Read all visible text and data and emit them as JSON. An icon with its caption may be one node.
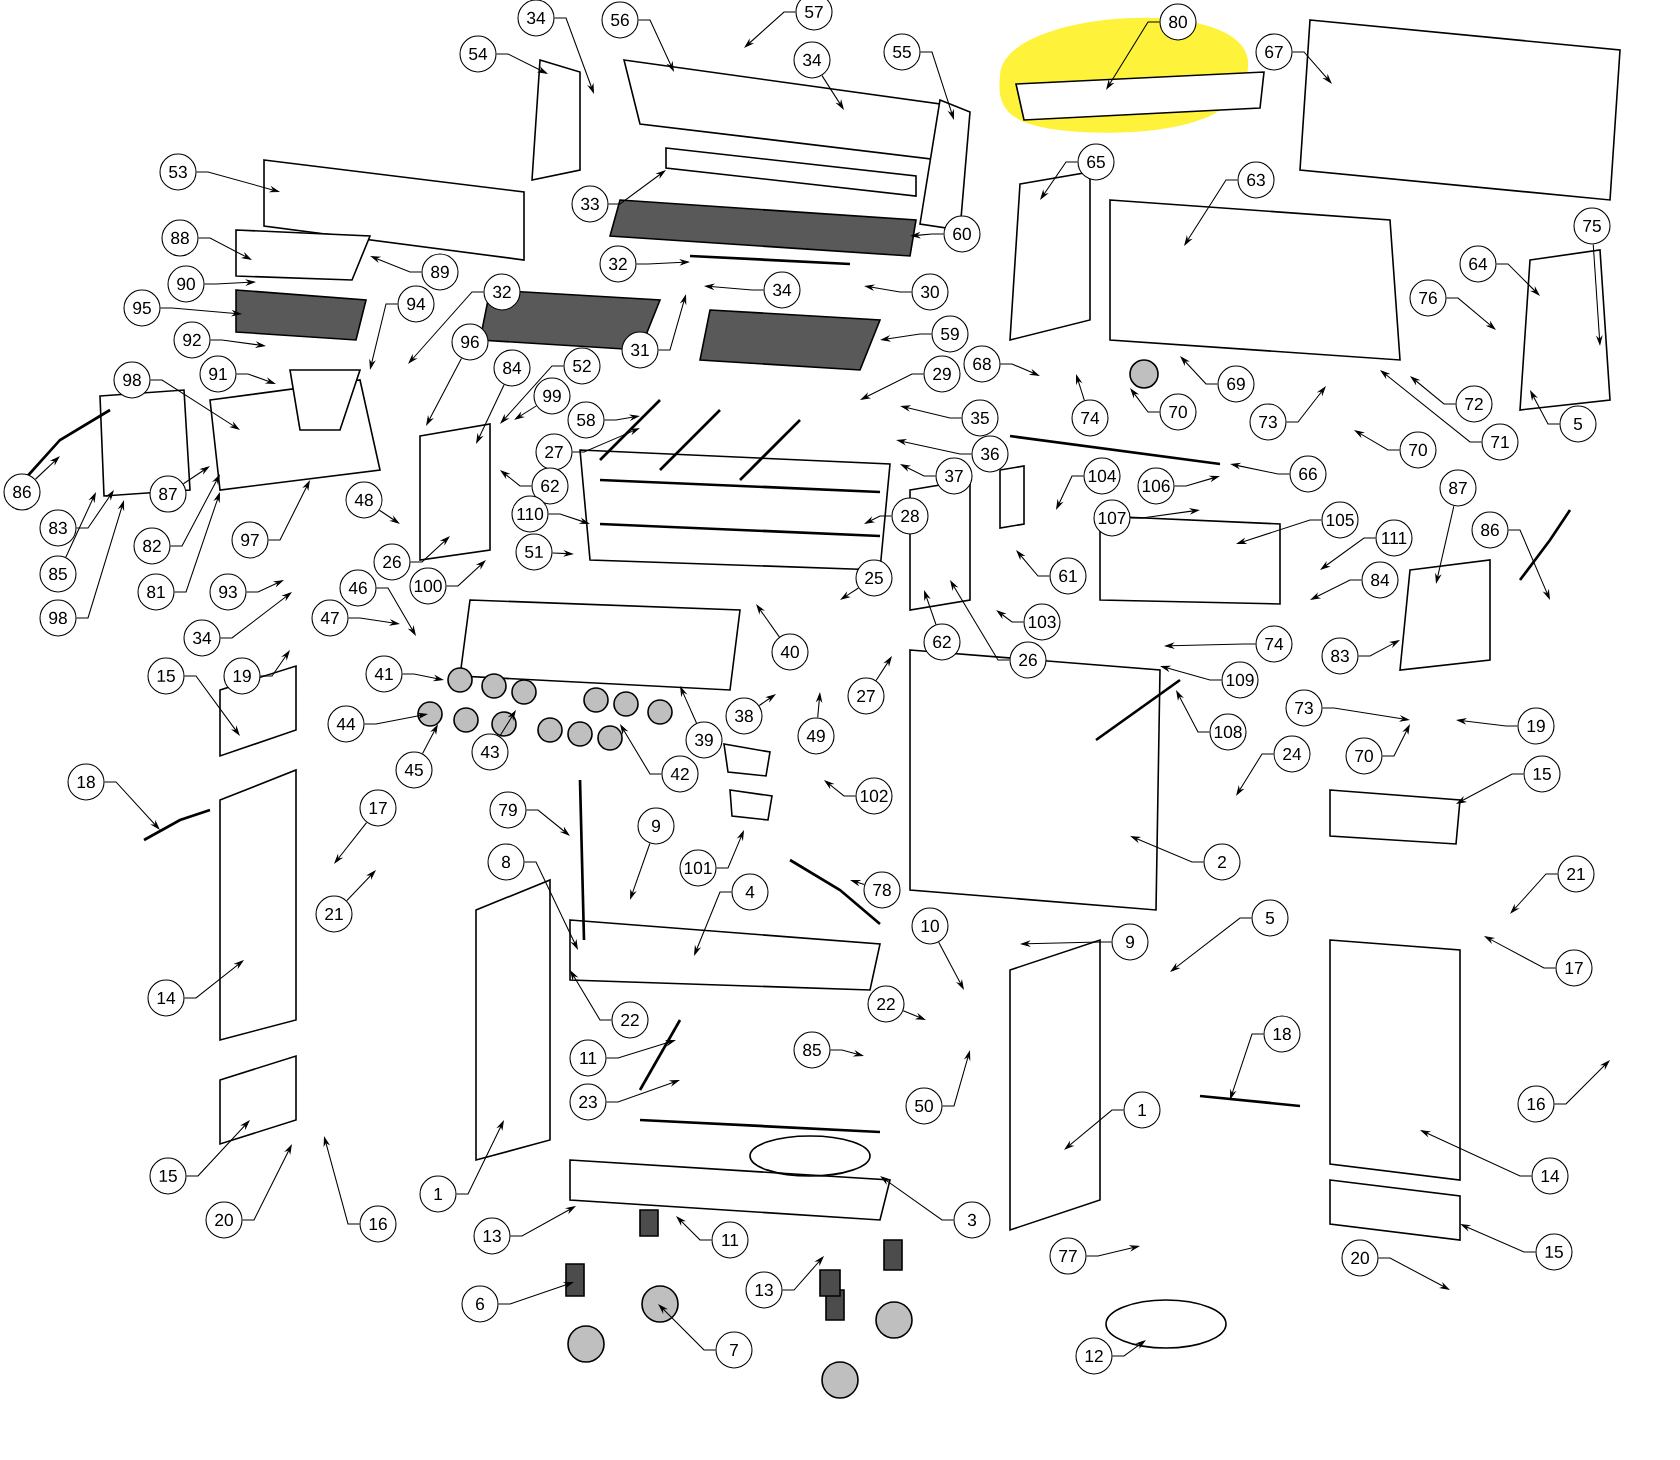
{
  "diagram": {
    "nodes": [
      {
        "text": [
          "34"
        ]
      },
      {
        "text": [
          "56"
        ]
      },
      {
        "text": [
          "57"
        ]
      },
      {
        "text": [
          "34"
        ]
      },
      {
        "text": [
          "54"
        ]
      },
      {
        "text": [
          "53"
        ]
      },
      {
        "text": [
          "33"
        ]
      },
      {
        "text": [
          "88"
        ]
      },
      {
        "text": [
          "32"
        ]
      },
      {
        "text": [
          "90"
        ]
      },
      {
        "text": [
          "89"
        ]
      },
      {
        "text": [
          "34"
        ]
      },
      {
        "text": [
          "95"
        ]
      },
      {
        "text": [
          "94"
        ]
      },
      {
        "text": [
          "32"
        ]
      },
      {
        "text": [
          "92"
        ]
      },
      {
        "text": [
          "96"
        ]
      },
      {
        "text": [
          "84"
        ]
      },
      {
        "text": [
          "52"
        ]
      },
      {
        "text": [
          "31"
        ]
      },
      {
        "text": [
          "99"
        ]
      },
      {
        "text": [
          "91"
        ]
      },
      {
        "text": [
          "98"
        ]
      },
      {
        "text": [
          "58"
        ]
      },
      {
        "text": [
          "27"
        ]
      },
      {
        "text": [
          "62"
        ]
      },
      {
        "text": [
          "87"
        ]
      },
      {
        "text": [
          "86"
        ]
      },
      {
        "text": [
          "48"
        ]
      },
      {
        "text": [
          "55"
        ]
      },
      {
        "text": [
          "80"
        ]
      },
      {
        "text": [
          "67"
        ]
      },
      {
        "text": [
          "65"
        ]
      },
      {
        "text": [
          "63"
        ]
      },
      {
        "text": [
          "60"
        ]
      },
      {
        "text": [
          "30"
        ]
      },
      {
        "text": [
          "59"
        ]
      },
      {
        "text": [
          "29"
        ]
      },
      {
        "text": [
          "68"
        ]
      },
      {
        "text": [
          "74"
        ]
      },
      {
        "text": [
          "70"
        ]
      },
      {
        "text": [
          "69"
        ]
      },
      {
        "text": [
          "73"
        ]
      },
      {
        "text": [
          "70"
        ]
      },
      {
        "text": [
          "71"
        ]
      },
      {
        "text": [
          "72"
        ]
      },
      {
        "text": [
          "5"
        ]
      },
      {
        "text": [
          "64"
        ]
      },
      {
        "text": [
          "76"
        ]
      },
      {
        "text": [
          "75"
        ]
      },
      {
        "text": [
          "35"
        ]
      },
      {
        "text": [
          "36"
        ]
      },
      {
        "text": [
          "37"
        ]
      },
      {
        "text": [
          "104"
        ]
      },
      {
        "text": [
          "106"
        ]
      },
      {
        "text": [
          "66"
        ]
      },
      {
        "text": [
          "87"
        ]
      },
      {
        "text": [
          "28"
        ]
      },
      {
        "text": [
          "107"
        ]
      },
      {
        "text": [
          "105"
        ]
      },
      {
        "text": [
          "111"
        ]
      },
      {
        "text": [
          "61"
        ]
      },
      {
        "text": [
          "84"
        ]
      },
      {
        "text": [
          "25"
        ]
      },
      {
        "text": [
          "103"
        ]
      },
      {
        "text": [
          "74"
        ]
      },
      {
        "text": [
          "83"
        ]
      },
      {
        "text": [
          "86"
        ]
      },
      {
        "text": [
          "62"
        ]
      },
      {
        "text": [
          "26"
        ]
      },
      {
        "text": [
          "27"
        ]
      },
      {
        "text": [
          "109"
        ]
      },
      {
        "text": [
          "73"
        ]
      },
      {
        "text": [
          "108"
        ]
      },
      {
        "text": [
          "19"
        ]
      },
      {
        "text": [
          "70"
        ]
      },
      {
        "text": [
          "24"
        ]
      },
      {
        "text": [
          "15"
        ]
      },
      {
        "text": [
          "102"
        ]
      },
      {
        "text": [
          "2"
        ]
      },
      {
        "text": [
          "78"
        ]
      },
      {
        "text": [
          "5"
        ]
      },
      {
        "text": [
          "21"
        ]
      },
      {
        "text": [
          "10"
        ]
      },
      {
        "text": [
          "9"
        ]
      },
      {
        "text": [
          "17"
        ]
      },
      {
        "text": [
          "83"
        ]
      },
      {
        "text": [
          "82"
        ]
      },
      {
        "text": [
          "97"
        ]
      },
      {
        "text": [
          "85"
        ]
      },
      {
        "text": [
          "81"
        ]
      },
      {
        "text": [
          "93"
        ]
      },
      {
        "text": [
          "98"
        ]
      },
      {
        "text": [
          "26"
        ]
      },
      {
        "text": [
          "46"
        ]
      },
      {
        "text": [
          "100"
        ]
      },
      {
        "text": [
          "110"
        ]
      },
      {
        "text": [
          "51"
        ]
      },
      {
        "text": [
          "47"
        ]
      },
      {
        "text": [
          "34"
        ]
      },
      {
        "text": [
          "15"
        ]
      },
      {
        "text": [
          "19"
        ]
      },
      {
        "text": [
          "41"
        ]
      },
      {
        "text": [
          "44"
        ]
      },
      {
        "text": [
          "45"
        ]
      },
      {
        "text": [
          "43"
        ]
      },
      {
        "text": [
          "40"
        ]
      },
      {
        "text": [
          "38"
        ]
      },
      {
        "text": [
          "49"
        ]
      },
      {
        "text": [
          "39"
        ]
      },
      {
        "text": [
          "42"
        ]
      },
      {
        "text": [
          "18"
        ]
      },
      {
        "text": [
          "17"
        ]
      },
      {
        "text": [
          "79"
        ]
      },
      {
        "text": [
          "9"
        ]
      },
      {
        "text": [
          "101"
        ]
      },
      {
        "text": [
          "8"
        ]
      },
      {
        "text": [
          "4"
        ]
      },
      {
        "text": [
          "21"
        ]
      },
      {
        "text": [
          "14"
        ]
      },
      {
        "text": [
          "22"
        ]
      },
      {
        "text": [
          "11"
        ]
      },
      {
        "text": [
          "85"
        ]
      },
      {
        "text": [
          "23"
        ]
      },
      {
        "text": [
          "15"
        ]
      },
      {
        "text": [
          "1"
        ]
      },
      {
        "text": [
          "20"
        ]
      },
      {
        "text": [
          "16"
        ]
      },
      {
        "text": [
          "13"
        ]
      },
      {
        "text": [
          "11"
        ]
      },
      {
        "text": [
          "13"
        ]
      },
      {
        "text": [
          "6"
        ]
      },
      {
        "text": [
          "7"
        ]
      },
      {
        "text": [
          "22"
        ]
      },
      {
        "text": [
          "50"
        ]
      },
      {
        "text": [
          "1"
        ]
      },
      {
        "text": [
          "18"
        ]
      },
      {
        "text": [
          "16"
        ]
      },
      {
        "text": [
          "14"
        ]
      },
      {
        "text": [
          "3"
        ]
      },
      {
        "text": [
          "77"
        ]
      },
      {
        "text": [
          "15"
        ]
      },
      {
        "text": [
          "20"
        ]
      },
      {
        "text": [
          "12"
        ]
      }
    ],
    "edges": [
      {
        "from": 0,
        "to": null,
        "arrow": "to"
      },
      {
        "from": 1,
        "to": null,
        "arrow": "to"
      },
      {
        "from": 2,
        "to": null,
        "arrow": "to"
      },
      {
        "from": 3,
        "to": null,
        "arrow": "to"
      },
      {
        "from": 4,
        "to": null,
        "arrow": "to"
      },
      {
        "from": 5,
        "to": null,
        "arrow": "to"
      },
      {
        "from": 6,
        "to": null,
        "arrow": "to"
      },
      {
        "from": 7,
        "to": null,
        "arrow": "to"
      },
      {
        "from": 8,
        "to": null,
        "arrow": "to"
      },
      {
        "from": 9,
        "to": null,
        "arrow": "to"
      },
      {
        "from": 10,
        "to": null,
        "arrow": "to"
      },
      {
        "from": 11,
        "to": null,
        "arrow": "to"
      },
      {
        "from": 12,
        "to": null,
        "arrow": "to"
      },
      {
        "from": 13,
        "to": null,
        "arrow": "to"
      },
      {
        "from": 14,
        "to": null,
        "arrow": "to"
      },
      {
        "from": 15,
        "to": null,
        "arrow": "to"
      },
      {
        "from": 16,
        "to": null,
        "arrow": "to"
      },
      {
        "from": 17,
        "to": null,
        "arrow": "to"
      },
      {
        "from": 18,
        "to": null,
        "arrow": "to"
      },
      {
        "from": 19,
        "to": null,
        "arrow": "to"
      },
      {
        "from": 20,
        "to": null,
        "arrow": "to"
      },
      {
        "from": 21,
        "to": null,
        "arrow": "to"
      },
      {
        "from": 22,
        "to": null,
        "arrow": "to"
      },
      {
        "from": 23,
        "to": null,
        "arrow": "to"
      },
      {
        "from": 24,
        "to": null,
        "arrow": "to"
      },
      {
        "from": 25,
        "to": null,
        "arrow": "to"
      },
      {
        "from": 26,
        "to": null,
        "arrow": "to"
      },
      {
        "from": 27,
        "to": null,
        "arrow": "to"
      },
      {
        "from": 28,
        "to": null,
        "arrow": "to"
      },
      {
        "from": 29,
        "to": null,
        "arrow": "to"
      },
      {
        "from": 30,
        "to": null,
        "arrow": "to"
      },
      {
        "from": 31,
        "to": null,
        "arrow": "to"
      },
      {
        "from": 32,
        "to": null,
        "arrow": "to"
      },
      {
        "from": 33,
        "to": null,
        "arrow": "to"
      },
      {
        "from": 34,
        "to": null,
        "arrow": "to"
      },
      {
        "from": 35,
        "to": null,
        "arrow": "to"
      },
      {
        "from": 36,
        "to": null,
        "arrow": "to"
      },
      {
        "from": 37,
        "to": null,
        "arrow": "to"
      },
      {
        "from": 38,
        "to": null,
        "arrow": "to"
      },
      {
        "from": 39,
        "to": null,
        "arrow": "to"
      },
      {
        "from": 40,
        "to": null,
        "arrow": "to"
      },
      {
        "from": 41,
        "to": null,
        "arrow": "to"
      },
      {
        "from": 42,
        "to": null,
        "arrow": "to"
      },
      {
        "from": 43,
        "to": null,
        "arrow": "to"
      },
      {
        "from": 44,
        "to": null,
        "arrow": "to"
      },
      {
        "from": 45,
        "to": null,
        "arrow": "to"
      },
      {
        "from": 46,
        "to": null,
        "arrow": "to"
      },
      {
        "from": 47,
        "to": null,
        "arrow": "to"
      },
      {
        "from": 48,
        "to": null,
        "arrow": "to"
      },
      {
        "from": 49,
        "to": null,
        "arrow": "to"
      },
      {
        "from": 50,
        "to": null,
        "arrow": "to"
      },
      {
        "from": 51,
        "to": null,
        "arrow": "to"
      },
      {
        "from": 52,
        "to": null,
        "arrow": "to"
      },
      {
        "from": 53,
        "to": null,
        "arrow": "to"
      },
      {
        "from": 54,
        "to": null,
        "arrow": "to"
      },
      {
        "from": 55,
        "to": null,
        "arrow": "to"
      },
      {
        "from": 56,
        "to": null,
        "arrow": "to"
      },
      {
        "from": 57,
        "to": null,
        "arrow": "to"
      },
      {
        "from": 58,
        "to": null,
        "arrow": "to"
      },
      {
        "from": 59,
        "to": null,
        "arrow": "to"
      },
      {
        "from": 60,
        "to": null,
        "arrow": "to"
      },
      {
        "from": 61,
        "to": null,
        "arrow": "to"
      },
      {
        "from": 62,
        "to": null,
        "arrow": "to"
      },
      {
        "from": 63,
        "to": null,
        "arrow": "to"
      },
      {
        "from": 64,
        "to": null,
        "arrow": "to"
      },
      {
        "from": 65,
        "to": null,
        "arrow": "to"
      },
      {
        "from": 66,
        "to": null,
        "arrow": "to"
      },
      {
        "from": 67,
        "to": null,
        "arrow": "to"
      },
      {
        "from": 68,
        "to": null,
        "arrow": "to"
      },
      {
        "from": 69,
        "to": null,
        "arrow": "to"
      },
      {
        "from": 70,
        "to": null,
        "arrow": "to"
      },
      {
        "from": 71,
        "to": null,
        "arrow": "to"
      },
      {
        "from": 72,
        "to": null,
        "arrow": "to"
      },
      {
        "from": 73,
        "to": null,
        "arrow": "to"
      },
      {
        "from": 74,
        "to": null,
        "arrow": "to"
      },
      {
        "from": 75,
        "to": null,
        "arrow": "to"
      },
      {
        "from": 76,
        "to": null,
        "arrow": "to"
      },
      {
        "from": 77,
        "to": null,
        "arrow": "to"
      },
      {
        "from": 78,
        "to": null,
        "arrow": "to"
      },
      {
        "from": 79,
        "to": null,
        "arrow": "to"
      },
      {
        "from": 80,
        "to": null,
        "arrow": "to"
      },
      {
        "from": 81,
        "to": null,
        "arrow": "to"
      },
      {
        "from": 82,
        "to": null,
        "arrow": "to"
      },
      {
        "from": 83,
        "to": null,
        "arrow": "to"
      },
      {
        "from": 84,
        "to": null,
        "arrow": "to"
      },
      {
        "from": 85,
        "to": null,
        "arrow": "to"
      },
      {
        "from": 86,
        "to": null,
        "arrow": "to"
      },
      {
        "from": 87,
        "to": null,
        "arrow": "to"
      },
      {
        "from": 88,
        "to": null,
        "arrow": "to"
      },
      {
        "from": 89,
        "to": null,
        "arrow": "to"
      },
      {
        "from": 90,
        "to": null,
        "arrow": "to"
      },
      {
        "from": 91,
        "to": null,
        "arrow": "to"
      },
      {
        "from": 92,
        "to": null,
        "arrow": "to"
      },
      {
        "from": 93,
        "to": null,
        "arrow": "to"
      },
      {
        "from": 94,
        "to": null,
        "arrow": "to"
      },
      {
        "from": 95,
        "to": null,
        "arrow": "to"
      },
      {
        "from": 96,
        "to": null,
        "arrow": "to"
      },
      {
        "from": 97,
        "to": null,
        "arrow": "to"
      },
      {
        "from": 98,
        "to": null,
        "arrow": "to"
      },
      {
        "from": 99,
        "to": null,
        "arrow": "to"
      },
      {
        "from": 100,
        "to": null,
        "arrow": "to"
      },
      {
        "from": 101,
        "to": null,
        "arrow": "to"
      },
      {
        "from": 102,
        "to": null,
        "arrow": "to"
      },
      {
        "from": 103,
        "to": null,
        "arrow": "to"
      },
      {
        "from": 104,
        "to": null,
        "arrow": "to"
      },
      {
        "from": 105,
        "to": null,
        "arrow": "to"
      },
      {
        "from": 106,
        "to": null,
        "arrow": "to"
      },
      {
        "from": 107,
        "to": null,
        "arrow": "to"
      },
      {
        "from": 108,
        "to": null,
        "arrow": "to"
      },
      {
        "from": 109,
        "to": null,
        "arrow": "to"
      },
      {
        "from": 110,
        "to": null,
        "arrow": "to"
      },
      {
        "from": 111,
        "to": null,
        "arrow": "to"
      },
      {
        "from": 112,
        "to": null,
        "arrow": "to"
      },
      {
        "from": 113,
        "to": null,
        "arrow": "to"
      },
      {
        "from": 114,
        "to": null,
        "arrow": "to"
      },
      {
        "from": 115,
        "to": null,
        "arrow": "to"
      },
      {
        "from": 116,
        "to": null,
        "arrow": "to"
      },
      {
        "from": 117,
        "to": null,
        "arrow": "to"
      },
      {
        "from": 118,
        "to": null,
        "arrow": "to"
      },
      {
        "from": 119,
        "to": null,
        "arrow": "to"
      },
      {
        "from": 120,
        "to": null,
        "arrow": "to"
      },
      {
        "from": 121,
        "to": null,
        "arrow": "to"
      },
      {
        "from": 122,
        "to": null,
        "arrow": "to"
      },
      {
        "from": 123,
        "to": null,
        "arrow": "to"
      },
      {
        "from": 124,
        "to": null,
        "arrow": "to"
      },
      {
        "from": 125,
        "to": null,
        "arrow": "to"
      },
      {
        "from": 126,
        "to": null,
        "arrow": "to"
      },
      {
        "from": 127,
        "to": null,
        "arrow": "to"
      },
      {
        "from": 128,
        "to": null,
        "arrow": "to"
      },
      {
        "from": 129,
        "to": null,
        "arrow": "to"
      },
      {
        "from": 130,
        "to": null,
        "arrow": "to"
      },
      {
        "from": 131,
        "to": null,
        "arrow": "to"
      },
      {
        "from": 132,
        "to": null,
        "arrow": "to"
      },
      {
        "from": 133,
        "to": null,
        "arrow": "to"
      },
      {
        "from": 134,
        "to": null,
        "arrow": "to"
      },
      {
        "from": 135,
        "to": null,
        "arrow": "to"
      },
      {
        "from": 136,
        "to": null,
        "arrow": "to"
      },
      {
        "from": 137,
        "to": null,
        "arrow": "to"
      },
      {
        "from": 138,
        "to": null,
        "arrow": "to"
      },
      {
        "from": 139,
        "to": null,
        "arrow": "to"
      },
      {
        "from": 140,
        "to": null,
        "arrow": "to"
      },
      {
        "from": 141,
        "to": null,
        "arrow": "to"
      },
      {
        "from": 142,
        "to": null,
        "arrow": "to"
      },
      {
        "from": 143,
        "to": null,
        "arrow": "to"
      }
    ]
  }
}
